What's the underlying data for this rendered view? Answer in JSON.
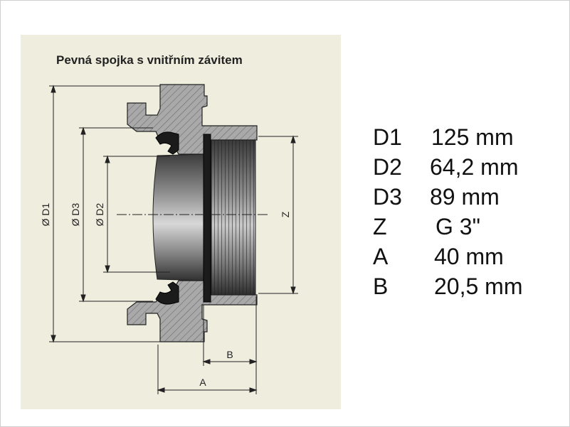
{
  "drawing": {
    "title": "Pevná spojka s vnitřním závitem",
    "dimension_labels": {
      "d1": "Ø D1",
      "d3": "Ø D3",
      "d2": "Ø D2",
      "z": "Z",
      "b": "B",
      "a": "A"
    }
  },
  "specs": [
    {
      "key": "D1",
      "value": "125 mm"
    },
    {
      "key": "D2",
      "value": "64,2 mm"
    },
    {
      "key": "D3",
      "value": "89 mm"
    },
    {
      "key": "Z",
      "value": "G 3\""
    },
    {
      "key": "A",
      "value": "40 mm"
    },
    {
      "key": "B",
      "value": "20,5 mm"
    }
  ],
  "colors": {
    "panel": "#efeede",
    "metal": "#a6a6a6",
    "hatch": "#6f6f6f",
    "seal": "#1b1b1b",
    "outline": "#222222"
  }
}
